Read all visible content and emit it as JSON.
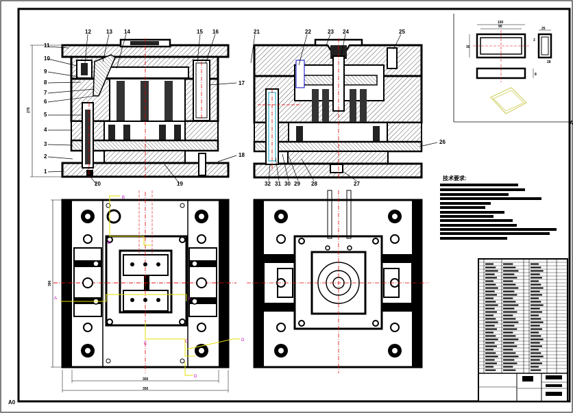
{
  "sheet": {
    "size_label": "A0",
    "corner_mark": "A"
  },
  "top_left_view": {
    "left_callouts": [
      "11",
      "10",
      "9",
      "8",
      "7",
      "6",
      "5",
      "4",
      "3",
      "2",
      "1"
    ],
    "top_callouts": [
      "12",
      "13",
      "14",
      "15",
      "16"
    ],
    "right_callouts": [
      "17",
      "18"
    ],
    "bottom_callouts": [
      "20",
      "19"
    ],
    "height_dim": "276"
  },
  "top_right_view": {
    "top_callouts": [
      "21",
      "22",
      "23",
      "24",
      "25"
    ],
    "right_callouts": [
      "26"
    ],
    "bottom_callouts": [
      "32",
      "31",
      "30",
      "29",
      "28",
      "27"
    ]
  },
  "plan_left": {
    "height_dim": "390",
    "width_inner_dim": "300",
    "width_outer_dim": "350",
    "section_marks": [
      "B",
      "B",
      "A",
      "A",
      "C",
      "C",
      "D",
      "D"
    ]
  },
  "part_view": {
    "dims": [
      "100",
      "90",
      "30",
      "25",
      "28",
      "8",
      "3"
    ]
  },
  "tech_notes": {
    "heading": "技术要求:"
  },
  "title_block": {
    "part_code": "02"
  }
}
